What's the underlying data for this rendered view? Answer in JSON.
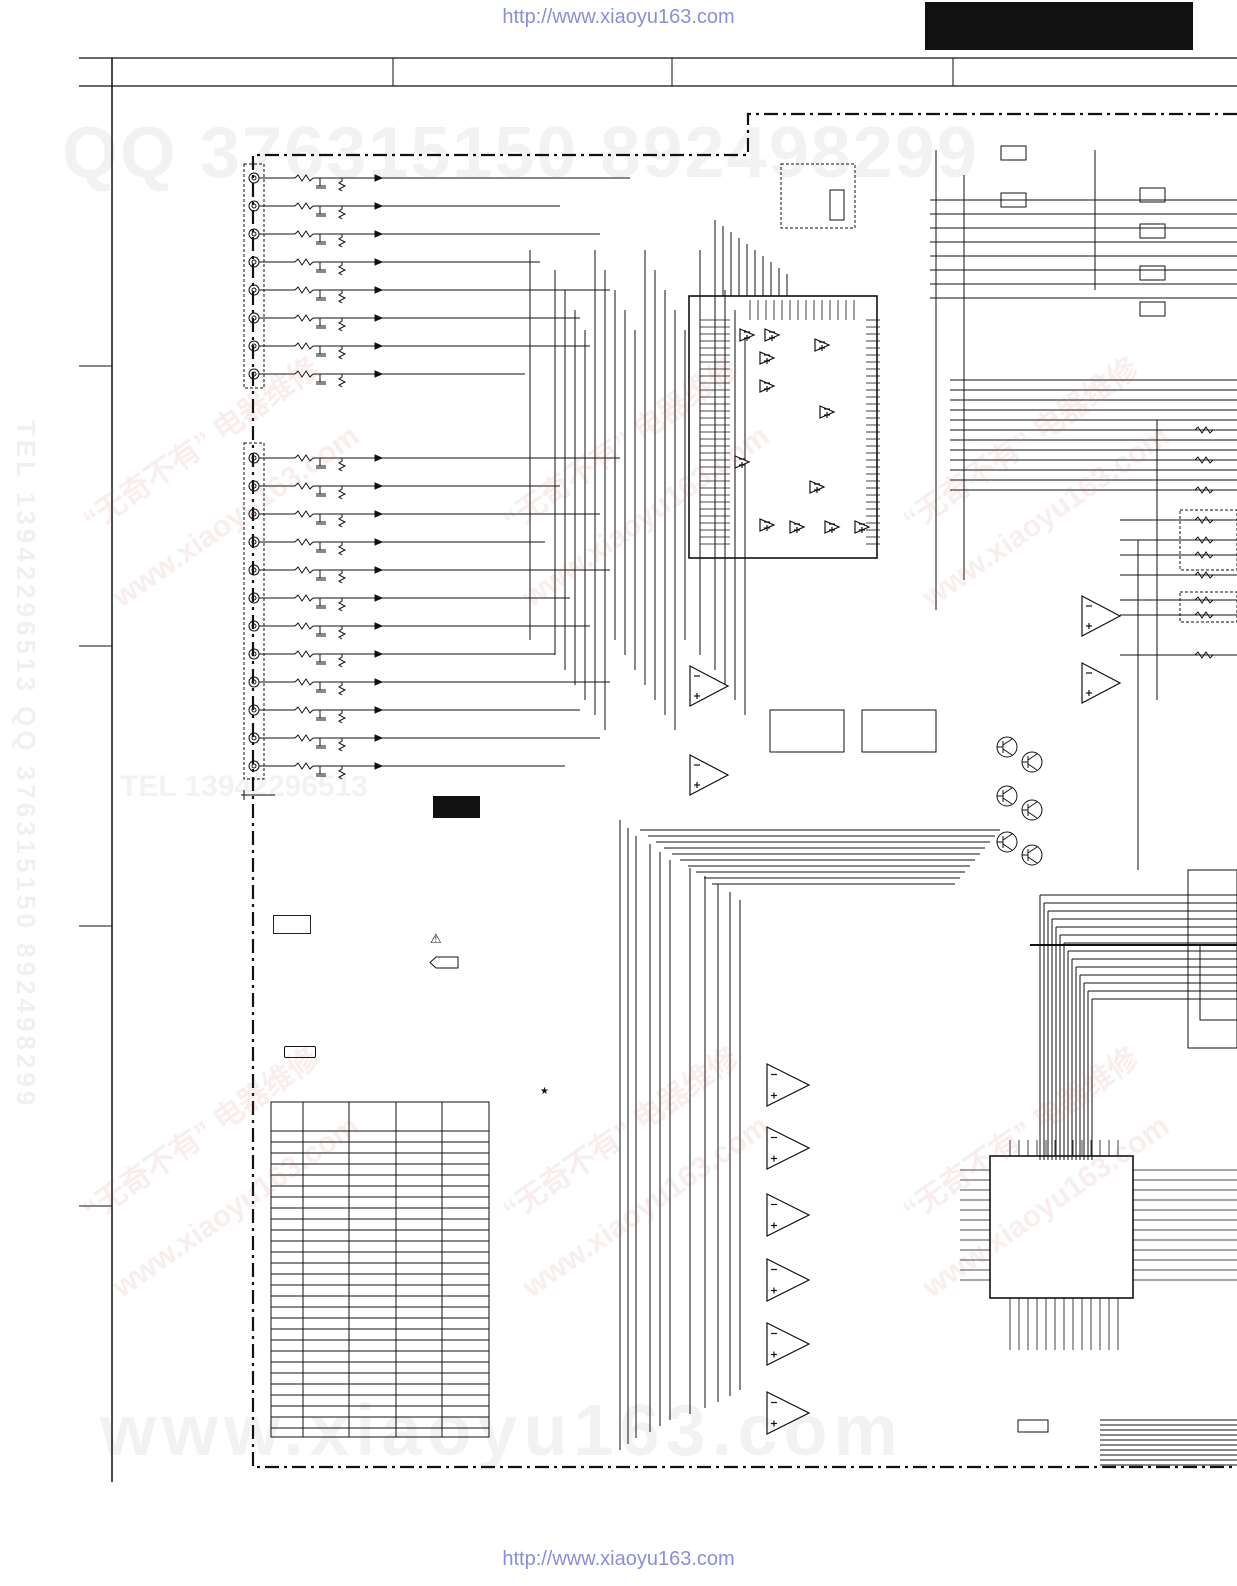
{
  "page": {
    "url_top": "http://www.xiaoyu163.com",
    "url_bottom": "http://www.xiaoyu163.com"
  },
  "watermarks": {
    "qq": "QQ 376315150 892498299",
    "site": "www.xiaoyu163.com",
    "tel": "TEL 13942296513",
    "brand": "“无奇不有” 电器维修",
    "domain": "www.xiaoyu163.com",
    "side": "TEL 13942296513 QQ 376315150 892498299"
  },
  "icons": {
    "warning": "warning-triangle-icon",
    "arrow_tag": "arrow-tag-icon",
    "star": "star-icon"
  },
  "colors": {
    "line": "#111111",
    "watermark": "#8a8fd8"
  }
}
